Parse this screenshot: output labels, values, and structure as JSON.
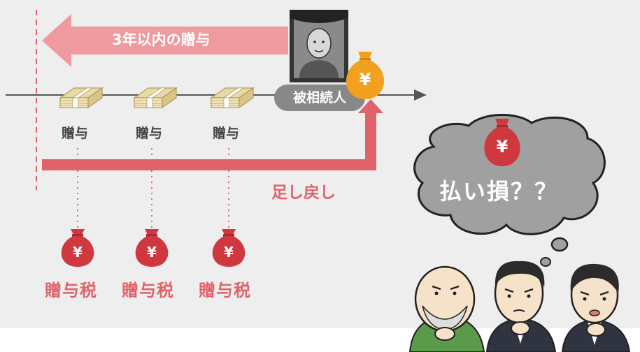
{
  "arrow": {
    "label": "3年以内の贈与"
  },
  "gifts": [
    {
      "label": "贈与",
      "tax": "贈与税"
    },
    {
      "label": "贈与",
      "tax": "贈与税"
    },
    {
      "label": "贈与",
      "tax": "贈与税"
    }
  ],
  "deceased": {
    "label": "被相続人"
  },
  "add_back": {
    "label": "足し戻し"
  },
  "thought": {
    "text": "払い損？？"
  },
  "yen_symbol": "¥",
  "colors": {
    "background_panel": "#eeeeee",
    "arrow_pink": "#ee9a9f",
    "accent_red": "#e0626a",
    "money_bag_red": "#d0383f",
    "money_bag_orange": "#f2a020",
    "timeline": "#555555",
    "cloud_gray": "#a0a0a0"
  },
  "icons": {
    "gift": "money-bundle-icon",
    "tax": "money-bag-icon",
    "deceased": "portrait-icon",
    "people": [
      "elderly-man-icon",
      "middle-aged-man-icon",
      "young-man-icon"
    ]
  }
}
